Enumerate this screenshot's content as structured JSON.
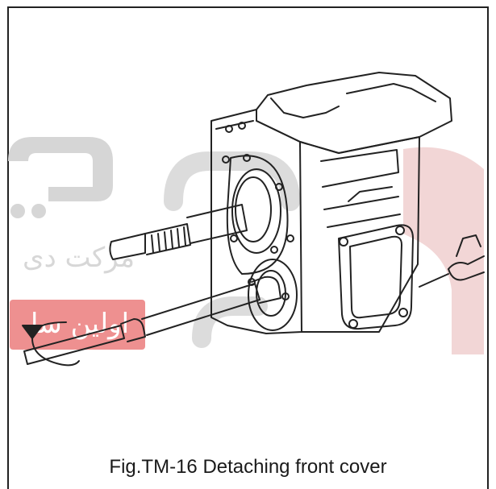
{
  "figure": {
    "caption": "Fig.TM-16 Detaching front cover"
  },
  "watermark": {
    "logo_text_line1": "دی",
    "logo_text_line2": "مرکت دی",
    "logo_text_line3": "اولین سا",
    "accent_color": "#e43b3b"
  },
  "colors": {
    "line": "#222222",
    "watermark_gray": "#d2d2d2"
  }
}
